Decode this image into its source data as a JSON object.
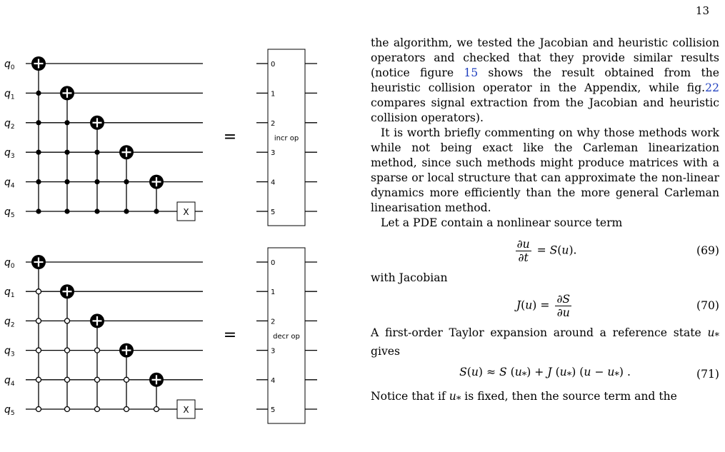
{
  "page_number": "13",
  "figure": {
    "qubit_labels": [
      "q0",
      "q1",
      "q2",
      "q3",
      "q4",
      "q5"
    ],
    "equals_sign": "=",
    "top_circuit": {
      "x_gate_label": "X",
      "box_label": "incr op",
      "box_wire_labels": [
        "0",
        "1",
        "2",
        "3",
        "4",
        "5"
      ]
    },
    "bottom_circuit": {
      "x_gate_label": "X",
      "box_label": "decr op",
      "box_wire_labels": [
        "0",
        "1",
        "2",
        "3",
        "4",
        "5"
      ]
    }
  },
  "text": {
    "para1_pre": "the algorithm, we tested the Jacobian and heuristic collision operators and checked that they provide similar results (notice figure ",
    "para1_ref1": "15",
    "para1_mid": " shows the result obtained from the heuristic collision operator in the Appendix, while fig.",
    "para1_ref2": "22",
    "para1_post": " compares signal extraction from the Jacobian and heuristic collision operators).",
    "para2": "It is worth briefly commenting on why those methods work while not being exact like the Carleman linearization method, since such methods might produce matrices with a sparse or local structure that can approximate the non-linear dynamics more efficiently than the more general Carleman linearisation method.",
    "para3": "Let a PDE contain a nonlinear source term",
    "eq69_num": "(69)",
    "para4": "with Jacobian",
    "eq70_num": "(70)",
    "para5_pre": "A first-order Taylor expansion around a reference state ",
    "para5_post": " gives",
    "eq71_num": "(71)",
    "para6_pre": "Notice that if ",
    "para6_post": " is fixed, then the source term and the"
  }
}
